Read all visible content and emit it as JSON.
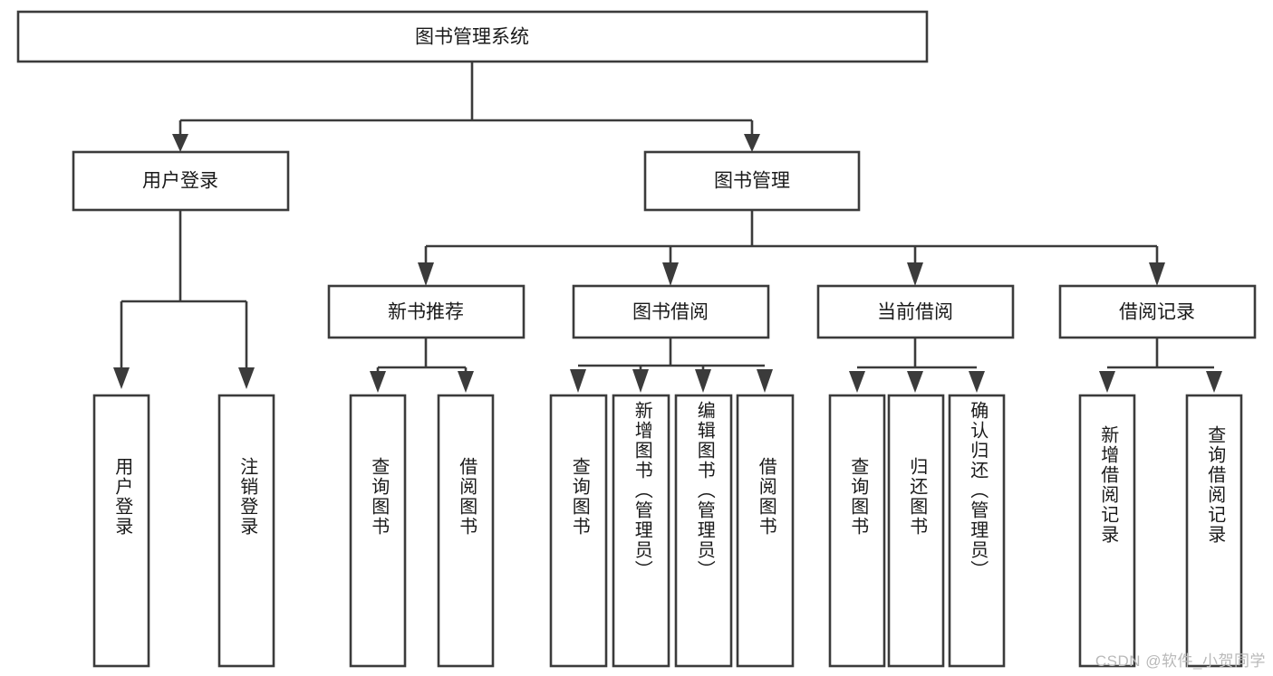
{
  "diagram": {
    "title": "图书管理系统",
    "watermark": "CSDN @软件_小贺同学",
    "colors": {
      "stroke": "#3b3b3b",
      "fill": "#ffffff",
      "text": "#1a1a1a",
      "watermark": "#b9b9b9"
    },
    "levels": {
      "root": {
        "label": "图书管理系统"
      },
      "level2": [
        {
          "label": "用户登录"
        },
        {
          "label": "图书管理"
        }
      ],
      "level3": [
        {
          "label": "新书推荐"
        },
        {
          "label": "图书借阅"
        },
        {
          "label": "当前借阅"
        },
        {
          "label": "借阅记录"
        }
      ],
      "leaves": {
        "user_login": [
          {
            "label": "用户登录"
          },
          {
            "label": "注销登录"
          }
        ],
        "new_book": [
          {
            "label": "查询图书"
          },
          {
            "label": "借阅图书"
          }
        ],
        "book_borrow": [
          {
            "label": "查询图书"
          },
          {
            "label": "新增图书（管理员）"
          },
          {
            "label": "编辑图书（管理员）"
          },
          {
            "label": "借阅图书"
          }
        ],
        "current_borrow": [
          {
            "label": "查询图书"
          },
          {
            "label": "归还图书"
          },
          {
            "label": "确认归还（管理员）"
          }
        ],
        "borrow_record": [
          {
            "label": "新增借阅记录"
          },
          {
            "label": "查询借阅记录"
          }
        ]
      }
    }
  }
}
